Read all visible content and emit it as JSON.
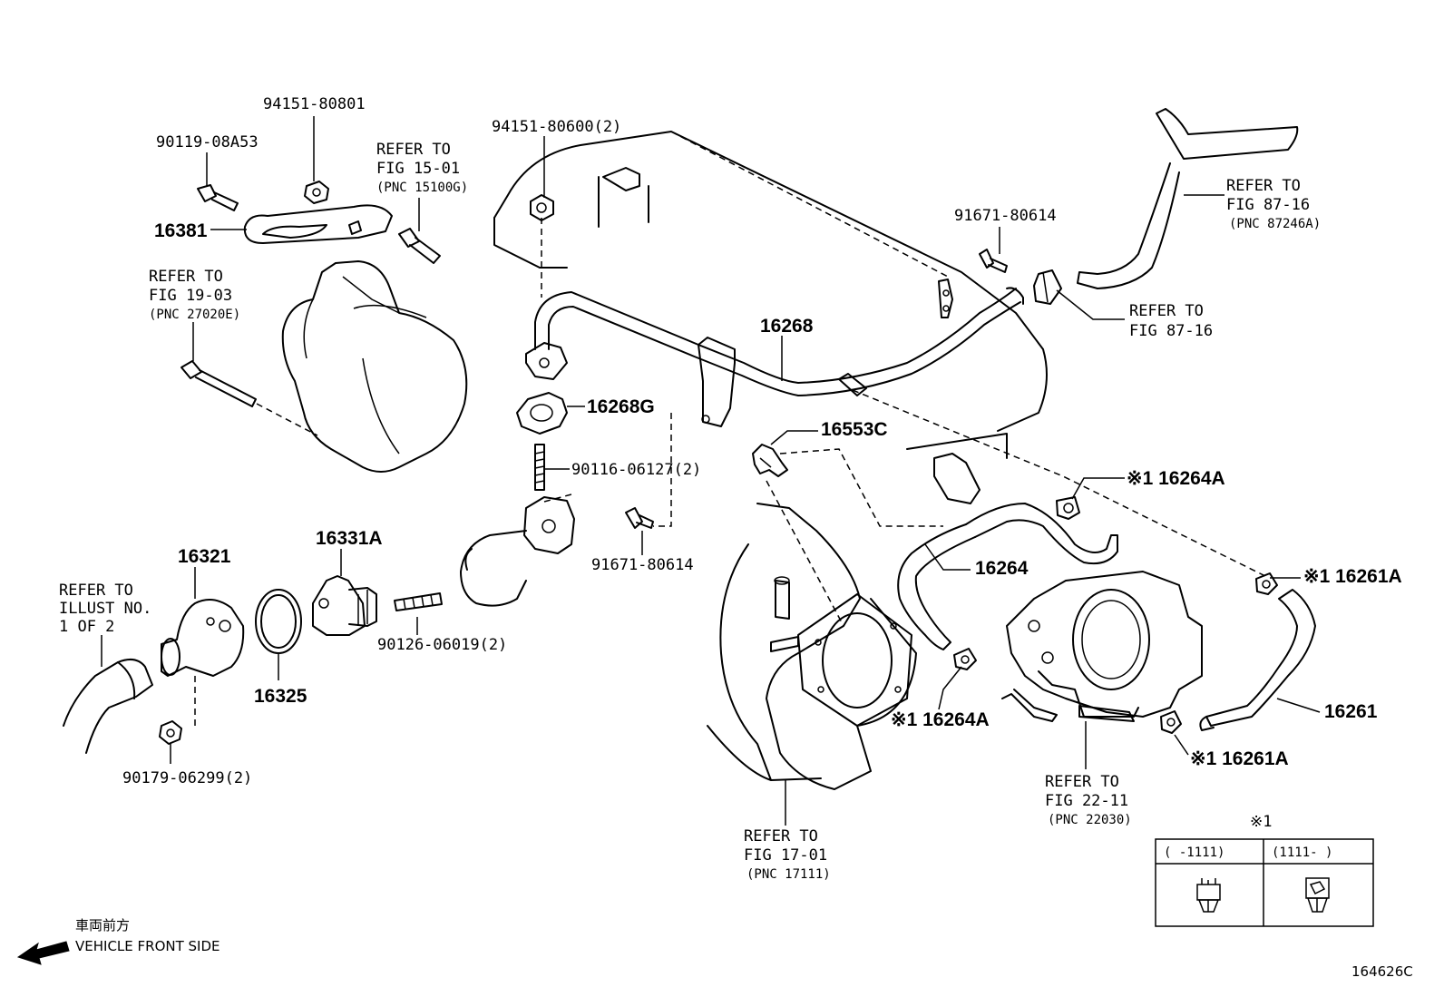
{
  "parts": {
    "p_94151_80801": "94151-80801",
    "p_90119_08A53": "90119-08A53",
    "p_16381": "16381",
    "p_94151_80600": "94151-80600(2)",
    "p_91671_80614_top": "91671-80614",
    "p_16268": "16268",
    "p_16268G": "16268G",
    "p_90116_06127": "90116-06127(2)",
    "p_16553C": "16553C",
    "p_16264A_top": "※1 16264A",
    "p_91671_80614_mid": "91671-80614",
    "p_16264": "16264",
    "p_16261A_top": "※1 16261A",
    "p_16321": "16321",
    "p_16331A": "16331A",
    "p_90126_06019": "90126-06019(2)",
    "p_16325": "16325",
    "p_90179_06299": "90179-06299(2)",
    "p_16264A_bot": "※1 16264A",
    "p_16261": "16261",
    "p_16261A_bot": "※1 16261A"
  },
  "refs": {
    "fig15_l1": "REFER TO",
    "fig15_l2": "FIG 15-01",
    "fig15_l3": "(PNC 15100G)",
    "fig19_l1": "REFER TO",
    "fig19_l2": "FIG 19-03",
    "fig19_l3": "(PNC 27020E)",
    "fig87a_l1": "REFER TO",
    "fig87a_l2": "FIG 87-16",
    "fig87a_l3": "(PNC 87246A)",
    "fig87b_l1": "REFER TO",
    "fig87b_l2": "FIG 87-16",
    "illust_l1": "REFER TO",
    "illust_l2": "ILLUST NO.",
    "illust_l3": "1 OF 2",
    "fig22_l1": "REFER TO",
    "fig22_l2": "FIG 22-11",
    "fig22_l3": "(PNC 22030)",
    "fig17_l1": "REFER TO",
    "fig17_l2": "FIG 17-01",
    "fig17_l3": "(PNC 17111)"
  },
  "legend": {
    "mark": "※1",
    "col1": "(     -1111)",
    "col2": "(1111-     )"
  },
  "footer": {
    "front_jp": "車両前方",
    "front_en": "VEHICLE FRONT SIDE",
    "diagram_id": "164626C"
  }
}
